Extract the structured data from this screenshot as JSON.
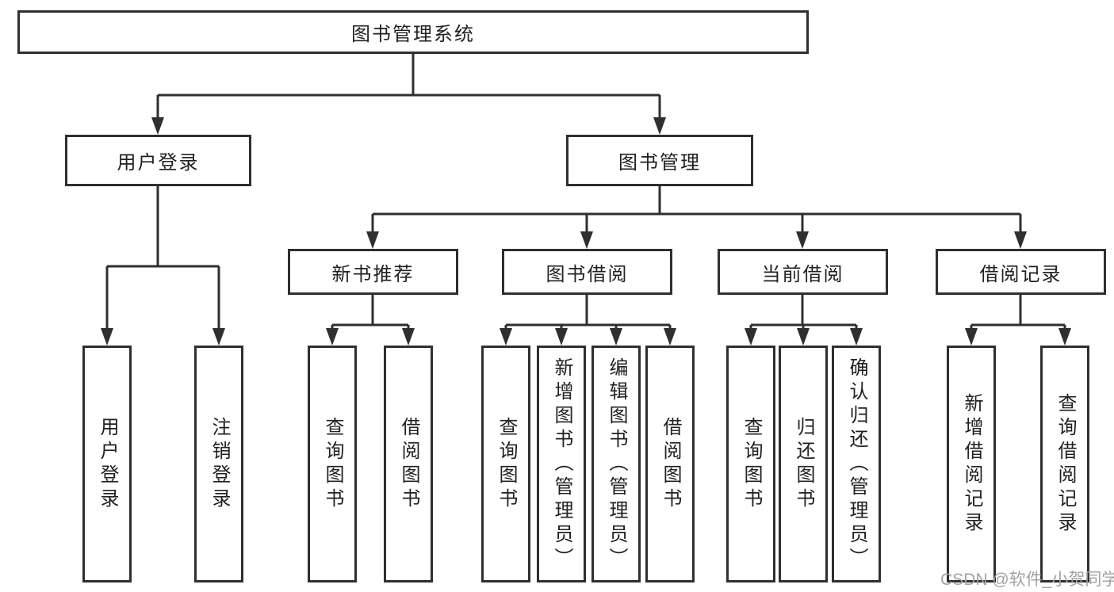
{
  "tree": {
    "root": {
      "label": "图书管理系统"
    },
    "branches": [
      {
        "label": "用户登录",
        "children": [
          {
            "label": "用户登录"
          },
          {
            "label": "注销登录"
          }
        ]
      },
      {
        "label": "图书管理",
        "children": [
          {
            "label": "新书推荐",
            "children": [
              {
                "label": "查询图书"
              },
              {
                "label": "借阅图书"
              }
            ]
          },
          {
            "label": "图书借阅",
            "children": [
              {
                "label": "查询图书"
              },
              {
                "label": "新增图书（管理员）"
              },
              {
                "label": "编辑图书（管理员）"
              },
              {
                "label": "借阅图书"
              }
            ]
          },
          {
            "label": "当前借阅",
            "children": [
              {
                "label": "查询图书"
              },
              {
                "label": "归还图书"
              },
              {
                "label": "确认归还（管理员）"
              }
            ]
          },
          {
            "label": "借阅记录",
            "children": [
              {
                "label": "新增借阅记录"
              },
              {
                "label": "查询借阅记录"
              }
            ]
          }
        ]
      }
    ]
  },
  "watermark": {
    "text": "CSDN @软件_小贺同学"
  },
  "colors": {
    "line": "#2f2f2f",
    "box_bg": "#ffffff",
    "text": "#212121",
    "watermark": "#a5a2a2"
  }
}
